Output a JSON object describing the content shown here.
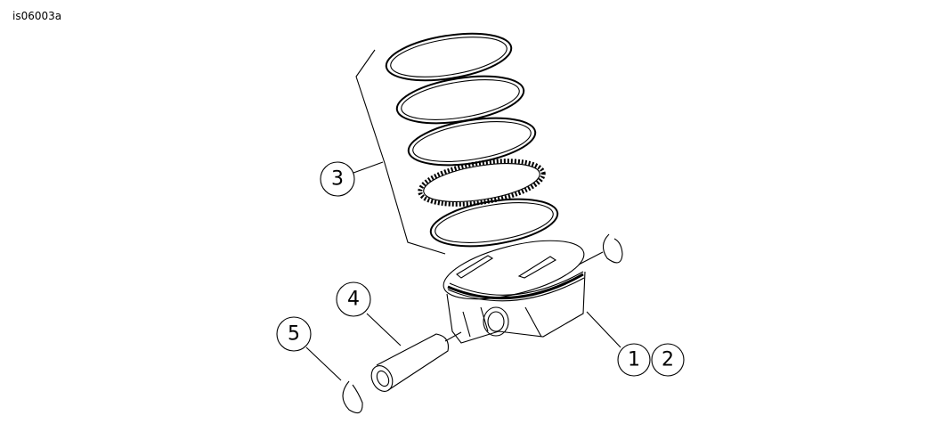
{
  "figure_id": "is06003a",
  "callouts": [
    {
      "label": "1",
      "part": "piston"
    },
    {
      "label": "2",
      "part": "piston"
    },
    {
      "label": "3",
      "part": "piston-rings"
    },
    {
      "label": "4",
      "part": "piston-pin"
    },
    {
      "label": "5",
      "part": "pin-clip"
    }
  ]
}
